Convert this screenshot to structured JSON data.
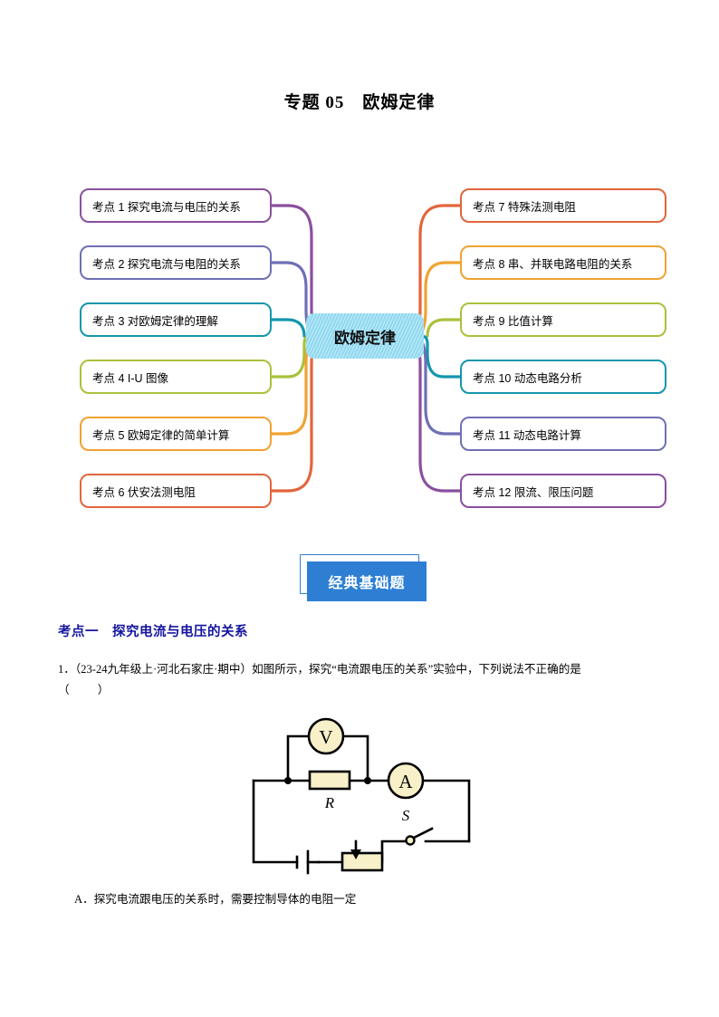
{
  "document": {
    "title": "专题 05　欧姆定律"
  },
  "mindmap": {
    "center": {
      "label": "欧姆定律",
      "color": "#8ed8f0"
    },
    "left_nodes": [
      {
        "label": "考点 1  探究电流与电压的关系",
        "color": "#8a4f9e"
      },
      {
        "label": "考点 2  探究电流与电阻的关系",
        "color": "#6f6fb5"
      },
      {
        "label": "考点 3  对欧姆定律的理解",
        "color": "#1496ad"
      },
      {
        "label": "考点 4  I-U  图像",
        "color": "#a8c23c"
      },
      {
        "label": "考点 5  欧姆定律的简单计算",
        "color": "#f0a232"
      },
      {
        "label": "考点 6  伏安法测电阻",
        "color": "#e2653c"
      }
    ],
    "right_nodes": [
      {
        "label": "考点 7  特殊法测电阻",
        "color": "#e2653c"
      },
      {
        "label": "考点 8  串、并联电路电阻的关系",
        "color": "#f0a232"
      },
      {
        "label": "考点 9  比值计算",
        "color": "#a8c23c"
      },
      {
        "label": "考点 10  动态电路分析",
        "color": "#1496ad"
      },
      {
        "label": "考点 11  动态电路计算",
        "color": "#6f6fb5"
      },
      {
        "label": "考点 12  限流、限压问题",
        "color": "#8a4f9e"
      }
    ]
  },
  "banner": {
    "label": "经典基础题",
    "color": "#2e7fd4"
  },
  "section": {
    "heading": "考点一　探究电流与电压的关系",
    "heading_color": "#1414a0"
  },
  "question": {
    "text": "1．（23-24九年级上·河北石家庄·期中）如图所示，探究“电流跟电压的关系”实验中，下列说法不正确的是",
    "answer_blank": "（　　）",
    "options": [
      "A．探究电流跟电压的关系时，需要控制导体的电阻一定"
    ]
  },
  "circuit": {
    "voltmeter_label": "V",
    "ammeter_label": "A",
    "resistor_label": "R",
    "switch_label": "S",
    "component_fill": "#f7f0c8",
    "wire_color": "#000000"
  }
}
